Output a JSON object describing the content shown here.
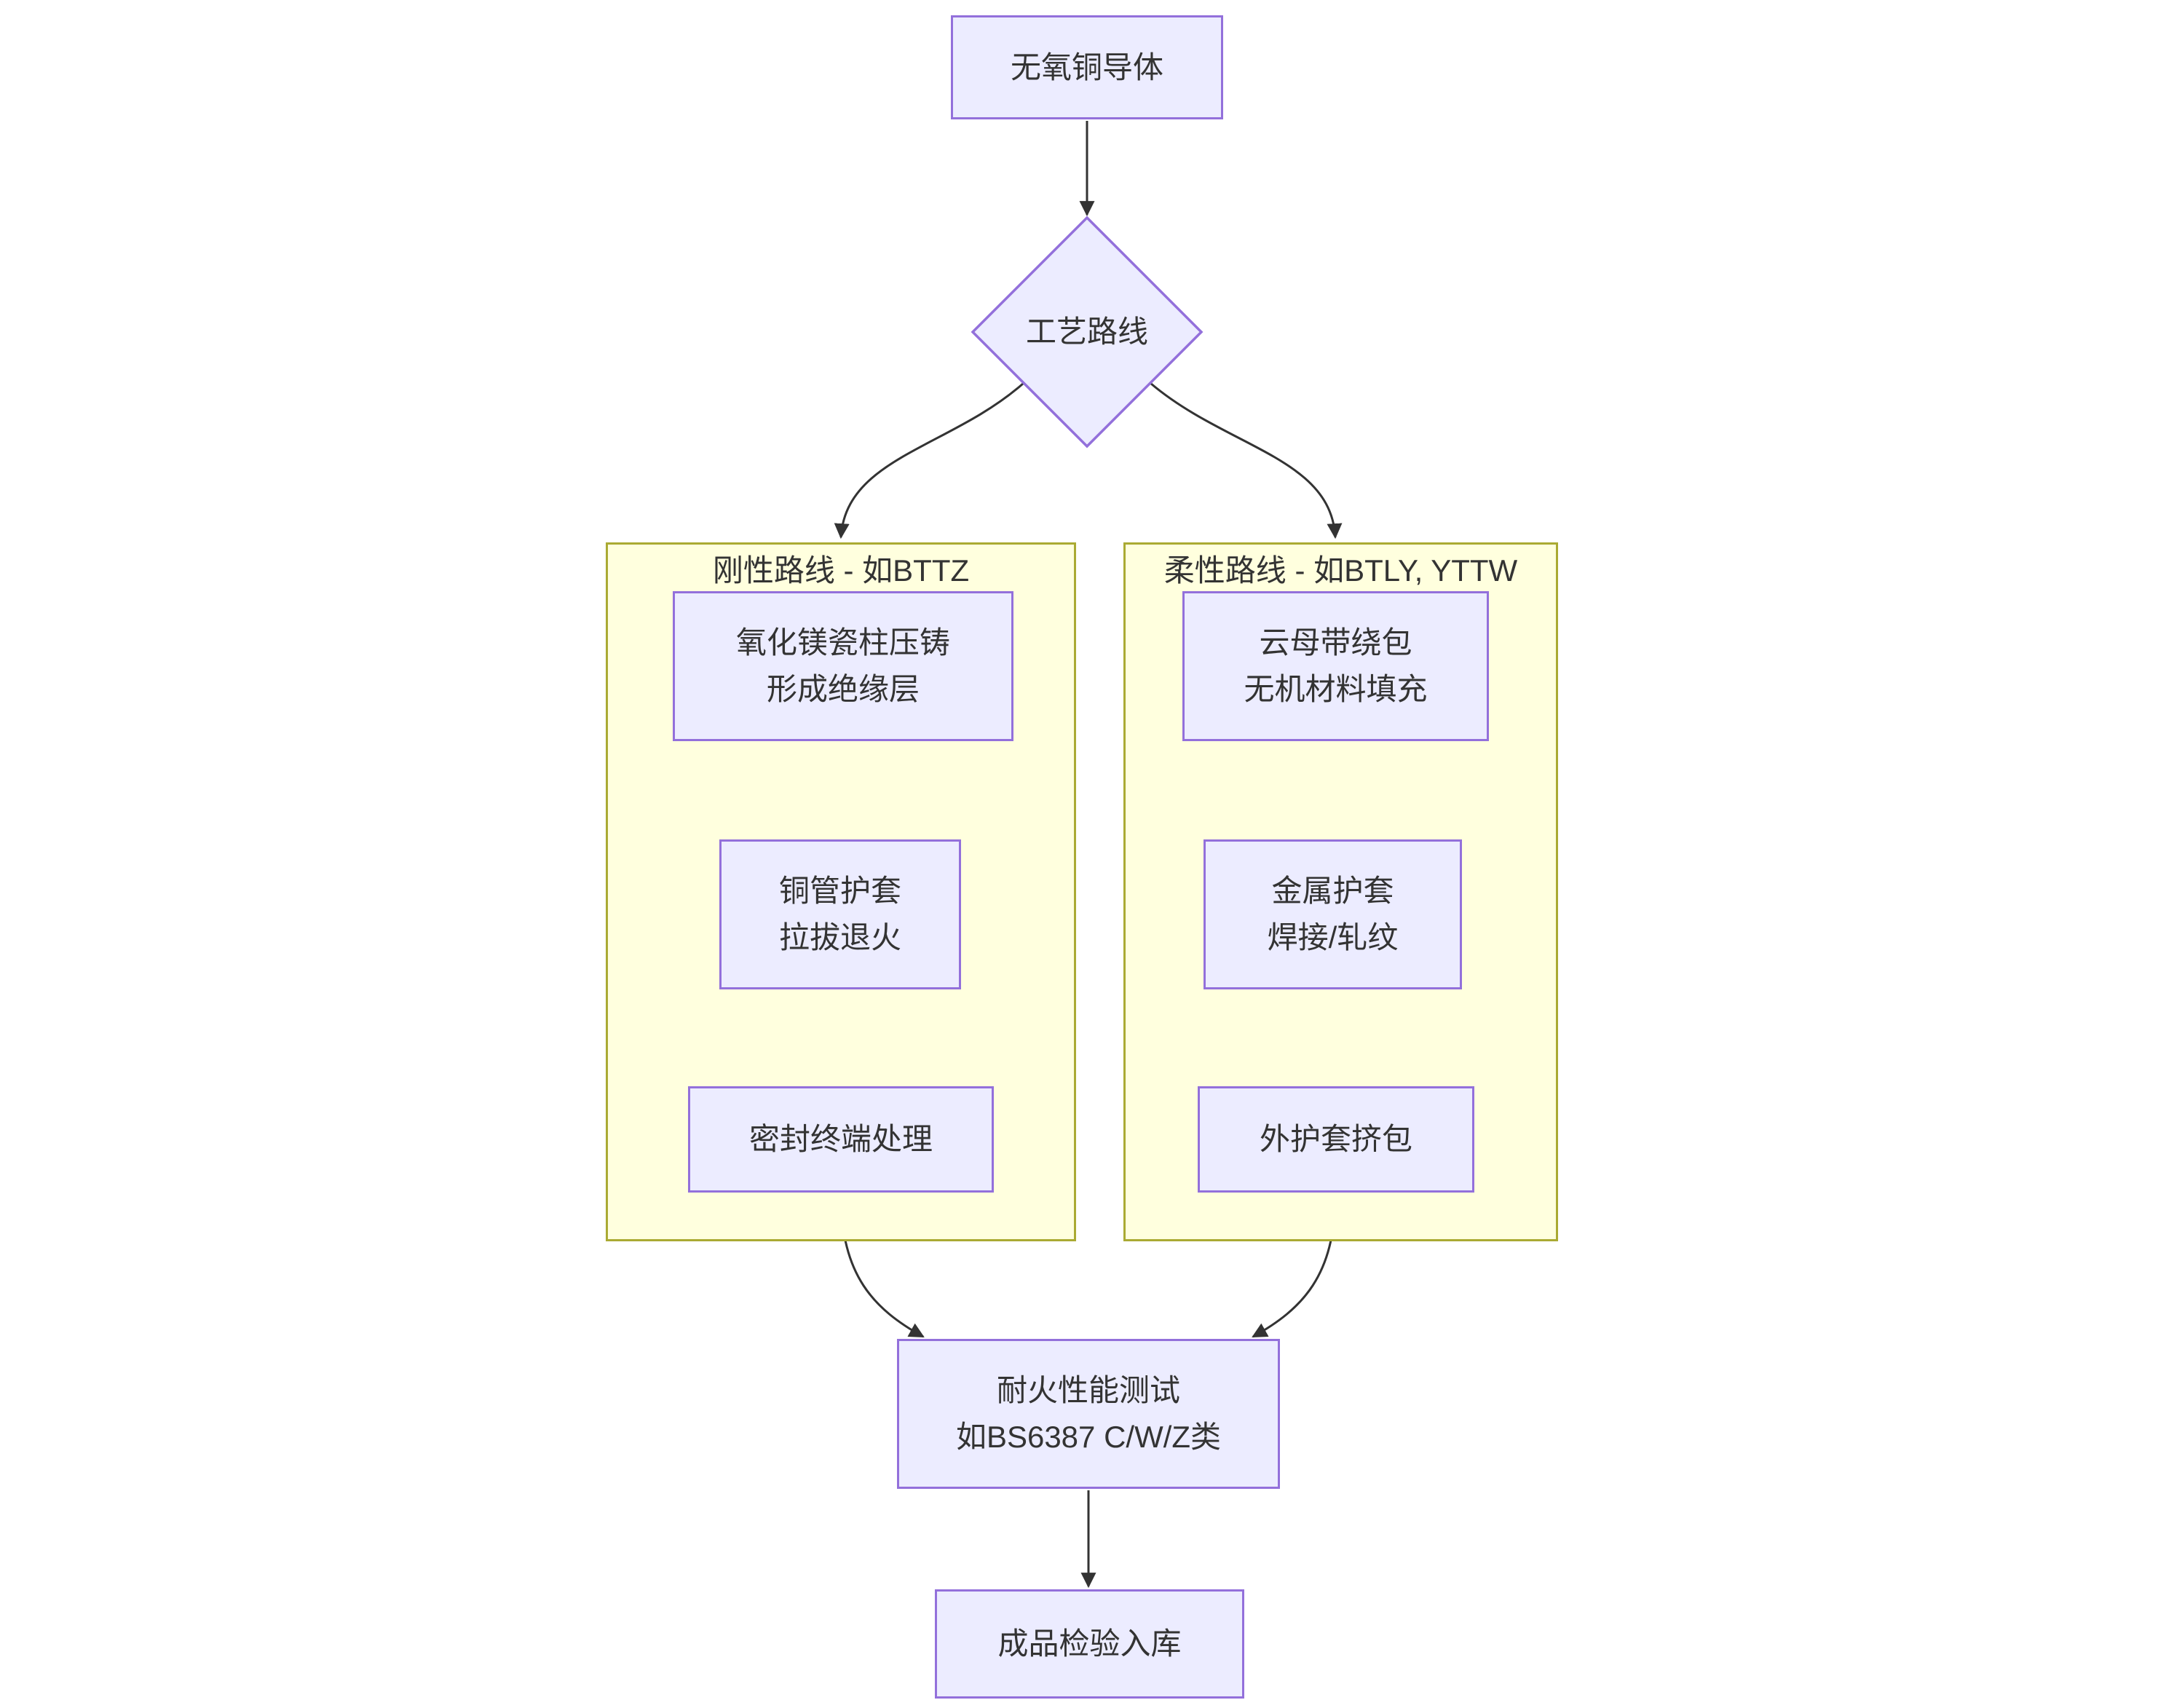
{
  "palette": {
    "node_fill": "#ECECFF",
    "node_border": "#9370DB",
    "cluster_fill": "#FFFFDE",
    "cluster_border": "#AAAA33",
    "edge_color": "#333333",
    "text_color": "#333333",
    "background": "#FFFFFF"
  },
  "flowchart": {
    "start": {
      "label": "无氧铜导体"
    },
    "decision": {
      "label": "工艺路线"
    },
    "clusters": [
      {
        "title": "刚性路线 - 如BTTZ",
        "nodes": [
          {
            "line1": "氧化镁瓷柱压铸",
            "line2": "形成绝缘层"
          },
          {
            "line1": "铜管护套",
            "line2": "拉拔退火"
          },
          {
            "line1": "密封终端处理"
          }
        ]
      },
      {
        "title": "柔性路线 - 如BTLY, YTTW",
        "nodes": [
          {
            "line1": "云母带绕包",
            "line2": "无机材料填充"
          },
          {
            "line1": "金属护套",
            "line2": "焊接/轧纹"
          },
          {
            "line1": "外护套挤包"
          }
        ]
      }
    ],
    "merge": {
      "line1": "耐火性能测试",
      "line2": "如BS6387 C/W/Z类"
    },
    "end": {
      "label": "成品检验入库"
    }
  }
}
